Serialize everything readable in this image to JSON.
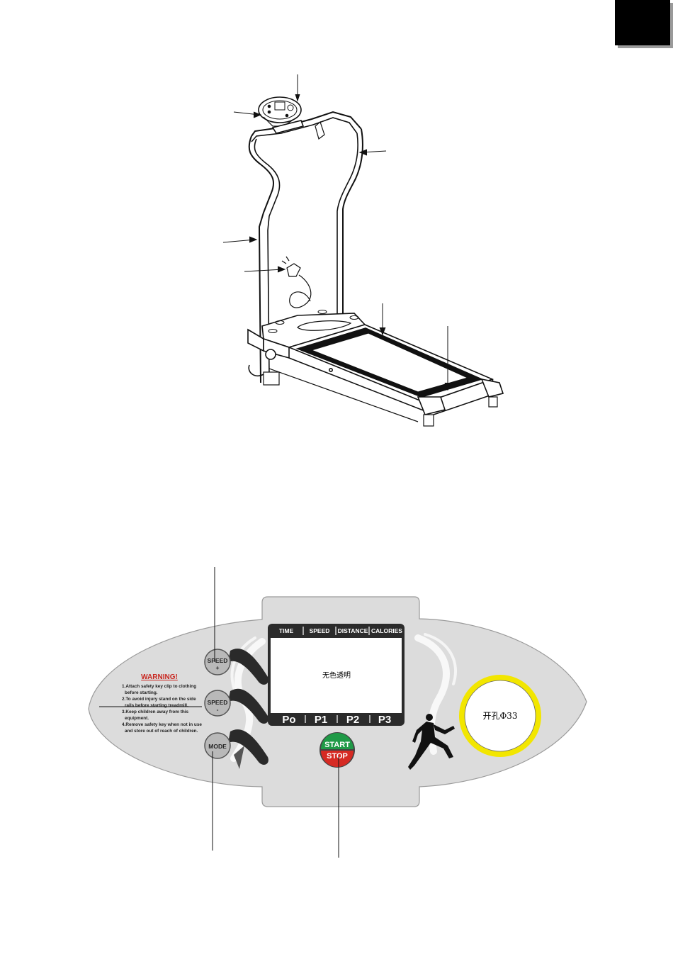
{
  "panel": {
    "warning": {
      "title": "WARNING!",
      "lines": [
        "1.Attach safety key clip to clothing",
        "before starting.",
        "2.To avoid injury stand on the side",
        "rails before starting treadmill.",
        "3.Keep children away from this",
        "equipment.",
        "4.Remove safety key when not in use",
        "and store out of reach of children."
      ]
    },
    "lcd": {
      "headers": [
        "TIME",
        "SPEED",
        "DISTANCE",
        "CALORIES"
      ],
      "note": "无色透明",
      "programs": [
        "Po",
        "P1",
        "P2",
        "P3"
      ]
    },
    "buttons": {
      "speed_up": {
        "line1": "SPEED",
        "line2": "+"
      },
      "speed_down": {
        "line1": "SPEED",
        "line2": "-"
      },
      "mode": "MODE",
      "start": "START",
      "stop": "STOP"
    },
    "hole_note": "开孔Φ33",
    "colors": {
      "panel_fill": "#dcdcdc",
      "lcd_frame": "#2b2b2b",
      "start_green": "#1f9a47",
      "stop_red": "#d62a23",
      "ring_yellow": "#f2e600",
      "warning_red": "#c8261f"
    }
  }
}
